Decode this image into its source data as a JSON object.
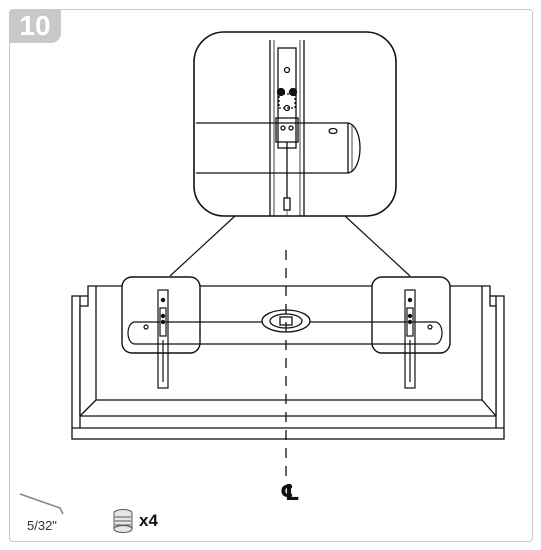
{
  "step": {
    "number": "10"
  },
  "parts": {
    "hex_key_size": "5/32\"",
    "screw_quantity": "x4"
  },
  "centerline": {
    "symbol": "℄"
  },
  "icons": [
    "hex-key-icon",
    "set-screw-icon"
  ]
}
